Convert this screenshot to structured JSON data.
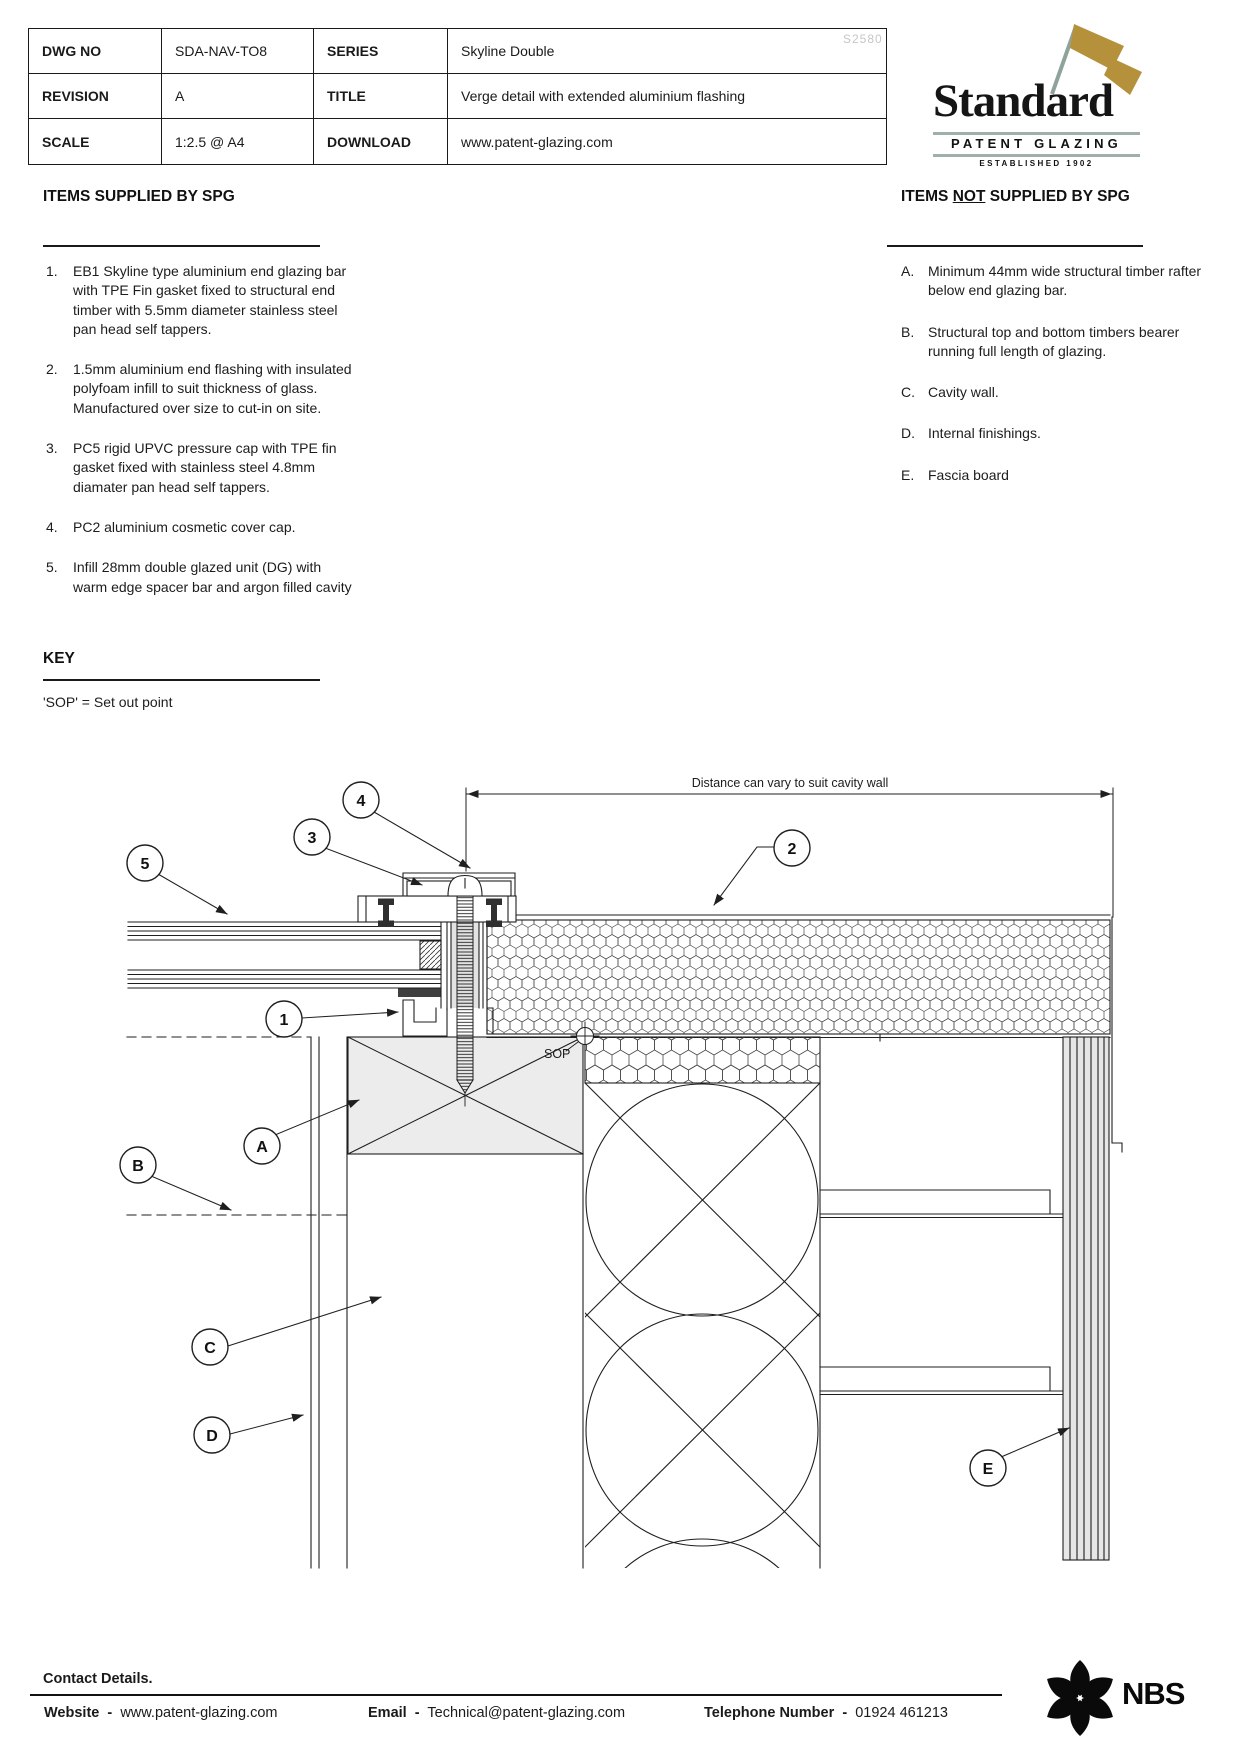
{
  "title_block": {
    "rows": [
      [
        "DWG NO",
        "SDA-NAV-TO8",
        "SERIES",
        "Skyline Double"
      ],
      [
        "REVISION",
        "A",
        "TITLE",
        "Verge detail with extended aluminium flashing"
      ],
      [
        "SCALE",
        "1:2.5 @ A4",
        "DOWNLOAD",
        "www.patent-glazing.com"
      ]
    ]
  },
  "watermark": "S2580",
  "logo": {
    "name": "Standard",
    "sub": "PATENT GLAZING",
    "est": "ESTABLISHED 1902",
    "gold": "#b5913c",
    "line_color": "#9fb0a8"
  },
  "supplied": {
    "heading": "ITEMS SUPPLIED BY SPG",
    "items": [
      {
        "num": "1.",
        "text": "EB1 Skyline type aluminium end glazing bar\nwith TPE Fin gasket fixed to structural end\ntimber with 5.5mm diameter stainless steel\npan head self tappers."
      },
      {
        "num": "2.",
        "text": "1.5mm aluminium end flashing with insulated\npolyfoam infill to suit thickness of glass.\nManufactured over size to cut-in on site."
      },
      {
        "num": "3.",
        "text": "PC5 rigid UPVC pressure cap with TPE fin\ngasket fixed with stainless steel 4.8mm\ndiamater pan head self tappers."
      },
      {
        "num": "4.",
        "text": "PC2 aluminium cosmetic cover cap."
      },
      {
        "num": "5.",
        "text": "Infill 28mm double glazed unit (DG) with\nwarm edge spacer bar and argon filled cavity"
      }
    ]
  },
  "not_supplied": {
    "heading_pre": "ITEMS",
    "heading_not": "NOT",
    "heading_post": "SUPPLIED BY SPG",
    "items": [
      {
        "num": "A.",
        "text": "Minimum 44mm wide structural timber rafter\nbelow end glazing bar."
      },
      {
        "num": "B.",
        "text": "Structural top and bottom timbers bearer\nrunning full length of glazing."
      },
      {
        "num": "C.",
        "text": "Cavity wall."
      },
      {
        "num": "D.",
        "text": "Internal finishings."
      },
      {
        "num": "E.",
        "text": "Fascia board"
      }
    ]
  },
  "key": {
    "heading": "KEY",
    "entry": "'SOP' = Set out point"
  },
  "drawing": {
    "dim_label": "Distance can vary to suit cavity wall",
    "sop_label": "SOP",
    "callouts": {
      "n1": "1",
      "n2": "2",
      "n3": "3",
      "n4": "4",
      "n5": "5",
      "nA": "A",
      "nB": "B",
      "nC": "C",
      "nD": "D",
      "nE": "E"
    }
  },
  "footer": {
    "heading": "Contact Details.",
    "sep": "-",
    "website_label": "Website",
    "website": "www.patent-glazing.com",
    "email_label": "Email",
    "email": "Technical@patent-glazing.com",
    "phone_label": "Telephone Number",
    "phone": "01924 461213",
    "nbs": "NBS"
  }
}
